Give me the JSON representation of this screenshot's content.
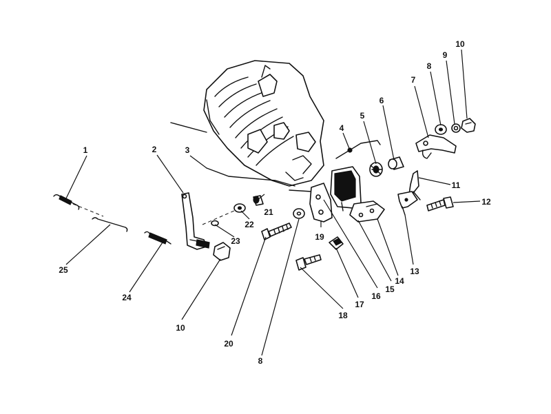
{
  "callouts": [
    {
      "id": "c1",
      "label": "1"
    },
    {
      "id": "c2",
      "label": "2"
    },
    {
      "id": "c3",
      "label": "3"
    },
    {
      "id": "c4",
      "label": "4"
    },
    {
      "id": "c5",
      "label": "5"
    },
    {
      "id": "c6",
      "label": "6"
    },
    {
      "id": "c7",
      "label": "7"
    },
    {
      "id": "c8a",
      "label": "8"
    },
    {
      "id": "c9",
      "label": "9"
    },
    {
      "id": "c10a",
      "label": "10"
    },
    {
      "id": "c11",
      "label": "11"
    },
    {
      "id": "c12",
      "label": "12"
    },
    {
      "id": "c13",
      "label": "13"
    },
    {
      "id": "c14",
      "label": "14"
    },
    {
      "id": "c15",
      "label": "15"
    },
    {
      "id": "c16",
      "label": "16"
    },
    {
      "id": "c17",
      "label": "17"
    },
    {
      "id": "c18",
      "label": "18"
    },
    {
      "id": "c19",
      "label": "19"
    },
    {
      "id": "c20",
      "label": "20"
    },
    {
      "id": "c21",
      "label": "21"
    },
    {
      "id": "c22",
      "label": "22"
    },
    {
      "id": "c23",
      "label": "23"
    },
    {
      "id": "c24",
      "label": "24"
    },
    {
      "id": "c25",
      "label": "25"
    },
    {
      "id": "c10b",
      "label": "10"
    },
    {
      "id": "c8b",
      "label": "8"
    }
  ]
}
